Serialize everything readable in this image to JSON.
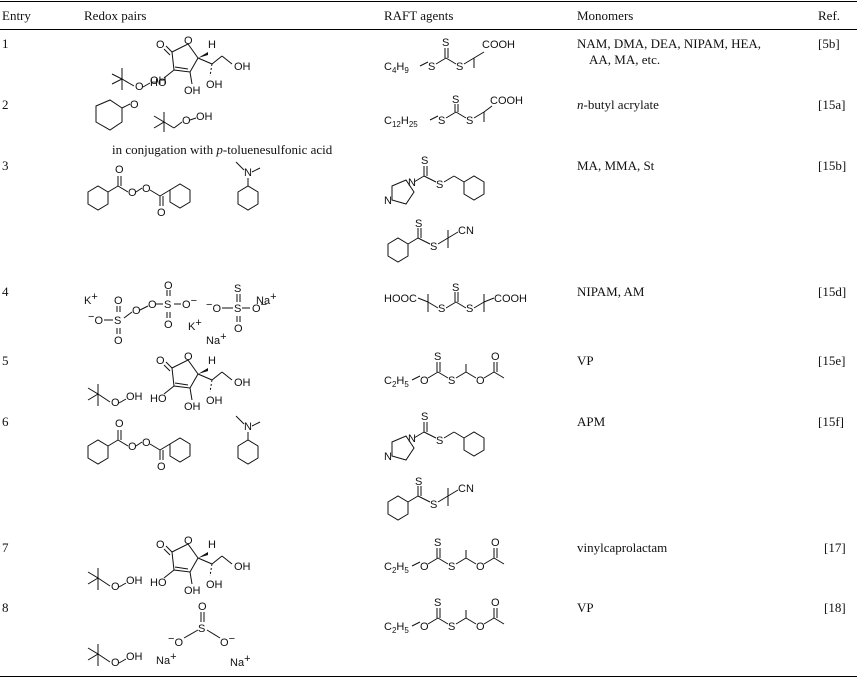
{
  "table": {
    "headers": {
      "entry": "Entry",
      "redox": "Redox pairs",
      "raft": "RAFT agents",
      "monomers": "Monomers",
      "ref": "Ref."
    },
    "rows": [
      {
        "entry": "1",
        "monomers_line1": "NAM, DMA, DEA, NIPAM, HEA,",
        "monomers_line2": "AA, MA, etc.",
        "ref": "[5b]",
        "raft_label": "C4H9"
      },
      {
        "entry": "2",
        "monomers": "n-butyl acrylate",
        "ref": "[15a]",
        "redox_note_prefix": "in conjugation with ",
        "redox_note_italic": "p",
        "redox_note_suffix": "-toluenesulfonic acid",
        "raft_label": "C12H25"
      },
      {
        "entry": "3",
        "monomers": "MA, MMA, St",
        "ref": "[15b]"
      },
      {
        "entry": "4",
        "monomers": "NIPAM, AM",
        "ref": "[15d]"
      },
      {
        "entry": "5",
        "monomers": "VP",
        "ref": "[15e]",
        "raft_label": "C2H5"
      },
      {
        "entry": "6",
        "monomers": "APM",
        "ref": "[15f]"
      },
      {
        "entry": "7",
        "monomers": "vinylcaprolactam",
        "ref": "[17]",
        "raft_label": "C2H5"
      },
      {
        "entry": "8",
        "monomers": "VP",
        "ref": "[18]",
        "raft_label": "C2H5"
      }
    ]
  },
  "chem_labels": {
    "cooh": "COOH",
    "hooc": "HOOC",
    "oh": "OH",
    "ho": "HO",
    "o": "O",
    "s": "S",
    "n": "N",
    "cn": "CN",
    "h": "H",
    "k_plus": "K+",
    "na_plus": "Na+",
    "o_minus": "−O",
    "o_minus_r": "O−"
  }
}
